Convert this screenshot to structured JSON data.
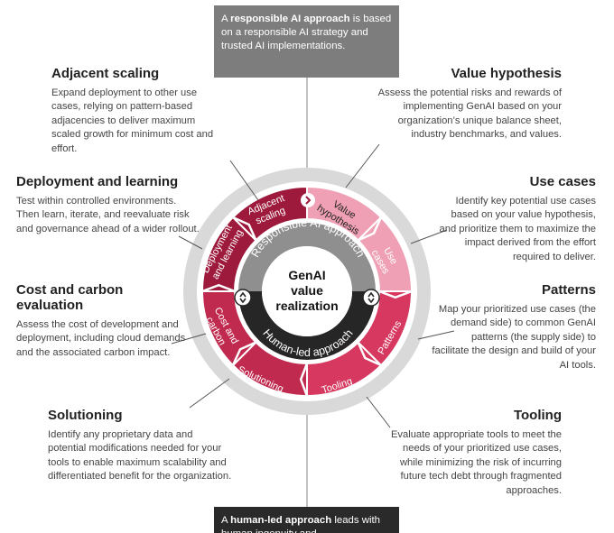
{
  "top_callout": {
    "prefix": "A ",
    "bold": "responsible AI approach",
    "suffix": " is based on a responsible AI strategy and trusted AI implementations."
  },
  "bottom_callout": {
    "prefix": "A ",
    "bold": "human-led approach",
    "suffix": " leads with human ingenuity and"
  },
  "center": {
    "line1": "GenAI",
    "line2": "value",
    "line3": "realization"
  },
  "inner_ring": {
    "top_label": "Responsible AI approach",
    "bottom_label": "Human-led approach"
  },
  "ring_segments": {
    "value_hypothesis": [
      "Value",
      "hypothesis"
    ],
    "use_cases": [
      "Use",
      "cases"
    ],
    "patterns": "Patterns",
    "tooling": "Tooling",
    "solutioning": "Solutioning",
    "cost_carbon": [
      "Cost and",
      "carbon"
    ],
    "deployment": [
      "Deployment",
      "and learning"
    ],
    "adjacent": [
      "Adjacent",
      "scaling"
    ]
  },
  "blocks": {
    "adjacent_scaling": {
      "title": "Adjacent scaling",
      "text": "Expand deployment to other use cases, relying on pattern-based adjacencies to deliver maximum scaled growth for minimum cost and effort."
    },
    "value_hypothesis": {
      "title": "Value hypothesis",
      "text": "Assess the potential risks and rewards of implementing GenAI based on your organization’s unique balance sheet, industry benchmarks, and values."
    },
    "deployment_learning": {
      "title": "Deployment and learning",
      "text": "Test within controlled environments. Then learn, iterate, and reevaluate risk and governance ahead of a wider rollout."
    },
    "use_cases": {
      "title": "Use cases",
      "text": "Identify key potential use cases based on your value hypothesis, and prioritize them to maximize the impact derived from the effort required to deliver."
    },
    "cost_carbon": {
      "title": "Cost and carbon evaluation",
      "text": "Assess the cost of development and deployment, including cloud demands and the associated carbon impact."
    },
    "patterns": {
      "title": "Patterns",
      "text": "Map your prioritized use cases (the demand side) to common GenAI patterns (the supply side) to facilitate the design and build of your AI tools."
    },
    "solutioning": {
      "title": "Solutioning",
      "text": "Identify any proprietary data and potential modifications needed for your tools to enable maximum scalability and differentiated benefit for the organization."
    },
    "tooling": {
      "title": "Tooling",
      "text": "Evaluate appropriate tools to meet the needs of your prioritized use cases, while minimizing the risk of incurring future tech debt through fragmented approaches."
    }
  },
  "colors": {
    "callout_gray": "#7d7d7d",
    "callout_dark": "#2a2a2a",
    "ring_light": "#d9d9d9",
    "seg_dark": "#9e1a3c",
    "seg_mid": "#c12a4f",
    "seg_bright": "#d7385f",
    "seg_pink": "#f0a0b4",
    "inner_gray": "#8f8f8f",
    "inner_dark": "#262626"
  }
}
